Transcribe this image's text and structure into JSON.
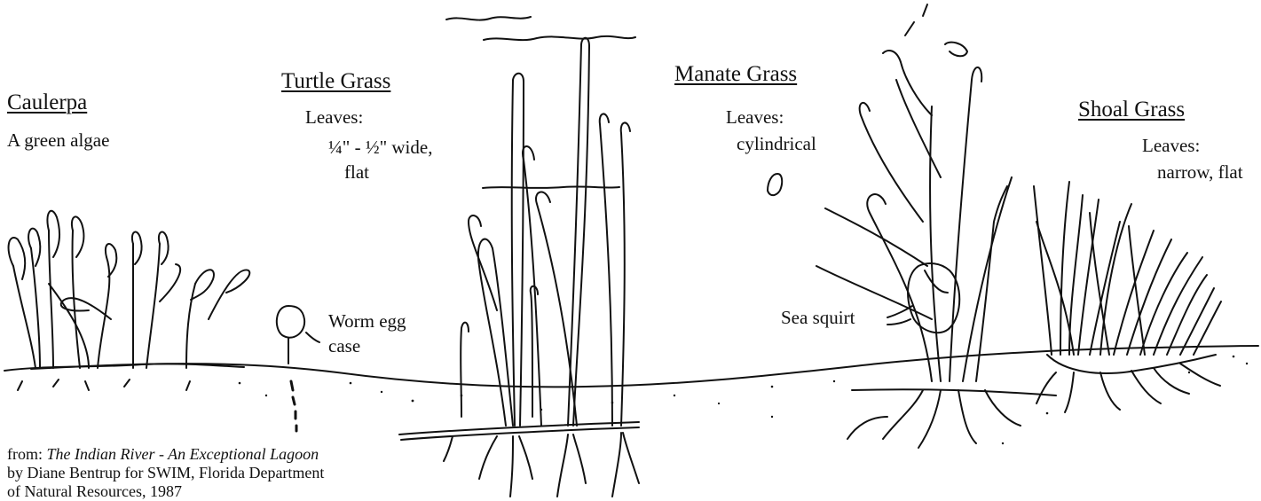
{
  "species": [
    {
      "id": "caulerpa",
      "name": "Caulerpa",
      "description": [
        "A green algae"
      ]
    },
    {
      "id": "turtle",
      "name": "Turtle Grass",
      "description": [
        "Leaves:",
        "¼\" - ½\" wide,",
        "flat"
      ]
    },
    {
      "id": "manatee",
      "name": "Manate Grass",
      "description": [
        "Leaves:",
        "cylindrical"
      ]
    },
    {
      "id": "shoal",
      "name": "Shoal Grass",
      "description": [
        "Leaves:",
        "narrow, flat"
      ]
    }
  ],
  "callouts": {
    "worm_egg_case": [
      "Worm egg",
      "case"
    ],
    "sea_squirt": "Sea squirt"
  },
  "caption": {
    "prefix": "from: ",
    "book_title": "The Indian River - An Exceptional Lagoon",
    "line2": "by Diane Bentrup for SWIM, Florida Department",
    "line3": "of Natural Resources, 1987"
  },
  "style": {
    "ink": "#111111",
    "background": "#ffffff"
  }
}
